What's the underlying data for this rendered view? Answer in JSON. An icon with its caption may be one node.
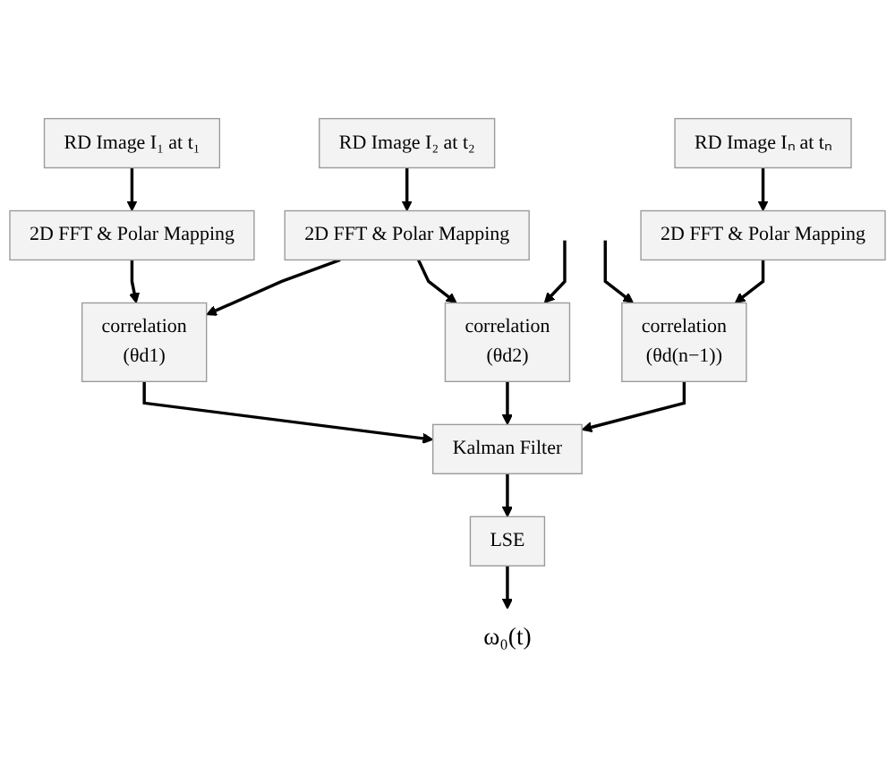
{
  "diagram": {
    "nodes": [
      {
        "text": [
          "RD Image I₁ at t₁"
        ]
      },
      {
        "text": [
          "RD Image I₂ at t₂"
        ]
      },
      {
        "text": [
          "RD Image Iₙ at tₙ"
        ]
      },
      {
        "text": [
          "2D FFT & Polar Mapping"
        ]
      },
      {
        "text": [
          "2D FFT & Polar Mapping"
        ]
      },
      {
        "text": [
          "2D FFT & Polar Mapping"
        ]
      },
      {
        "text": [
          "correlation",
          "(θd1)"
        ]
      },
      {
        "text": [
          "correlation",
          "(θd2)"
        ]
      },
      {
        "text": [
          "correlation",
          "(θd(n−1))"
        ]
      },
      {
        "text": [
          "Kalman Filter"
        ]
      },
      {
        "text": [
          "LSE"
        ]
      },
      {
        "text": [
          "ω₀(t)"
        ]
      }
    ],
    "edges": [
      {
        "from": 0,
        "to": 3,
        "arrow": "to"
      },
      {
        "from": 1,
        "to": 4,
        "arrow": "to"
      },
      {
        "from": 2,
        "to": 5,
        "arrow": "to"
      },
      {
        "from": 3,
        "to": 6,
        "arrow": "to"
      },
      {
        "from": 4,
        "to": 6,
        "arrow": "to"
      },
      {
        "from": 4,
        "to": 7,
        "arrow": "to"
      },
      {
        "from": null,
        "to": 7,
        "arrow": "to"
      },
      {
        "from": null,
        "to": 8,
        "arrow": "to"
      },
      {
        "from": 5,
        "to": 8,
        "arrow": "to"
      },
      {
        "from": 6,
        "to": 9,
        "arrow": "to"
      },
      {
        "from": 7,
        "to": 9,
        "arrow": "to"
      },
      {
        "from": 8,
        "to": 9,
        "arrow": "to"
      },
      {
        "from": 9,
        "to": 10,
        "arrow": "to"
      },
      {
        "from": 10,
        "to": 11,
        "arrow": "to"
      }
    ]
  }
}
